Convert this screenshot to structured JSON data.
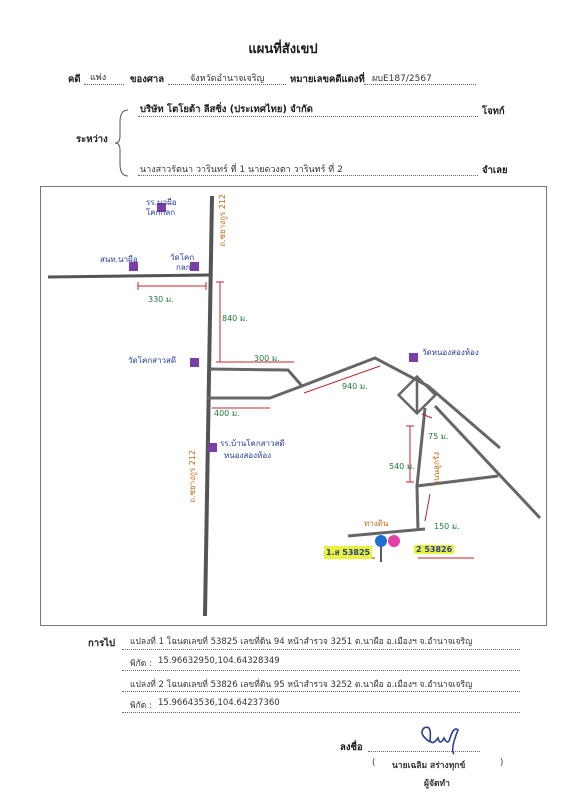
{
  "title": "แผนที่สังเขป",
  "case": {
    "case_label": "คดี",
    "case_type": "แพ่ง",
    "court_label": "ของศาล",
    "court_name": "จังหวัดอำนาจเจริญ",
    "black_no_label": "หมายเลขคดีแดงที่",
    "black_no": "ผบE187/2567"
  },
  "parties": {
    "between_label": "ระหว่าง",
    "plaintiff": "บริษัท โตโยต้า ลีสซิ่ง (ประเทศไทย) จำกัด",
    "plaintiff_role": "โจทก์",
    "defendant": "นางสาวรัตนา วารินทร์ ที่ 1 นายดวงตา วารินทร์ ที่ 2",
    "defendant_role": "จำเลย"
  },
  "map": {
    "labels": {
      "school_top": "รร.นาผือ",
      "school_top_2": "โคกกลก",
      "hospital": "สนท.นาผือ",
      "temple_1": "วัดโคก",
      "temple_1b": "กลก",
      "road_top": "ถ.ชยางกูร 212",
      "road_bottom": "ถ.ชยางกูร 212",
      "dist_330": "330 ม.",
      "dist_840": "840 ม.",
      "temple_2": "วัดโคกสาวสดี",
      "dist_300": "300 ม.",
      "dist_940": "940 ม.",
      "dist_400": "400 ม.",
      "temple_3": "วัดหนองสองห้อง",
      "school_2": "รร.บ้านโคกสาวสดี",
      "school_2b": "หนองสองห้อง",
      "dist_75": "75 ม.",
      "dist_540": "540 ม.",
      "road_side": "ถนนลูกรัง",
      "dist_150": "150 ม.",
      "path_label": "ทางดิน",
      "plot1": "1.ส 53825",
      "plot2": "2 53826"
    }
  },
  "route": {
    "route_label": "การไป",
    "plot1_desc": "แปลงที่ 1  โฉนดเลขที่ 53825 เลขที่ดิน 94 หน้าสำรวจ 3251  ต.นาผือ อ.เมืองฯ จ.อำนาจเจริญ",
    "plot1_coord_label": "พิกัด :",
    "plot1_coord": "15.96632950,104.64328349",
    "plot2_desc": "แปลงที่ 2  โฉนดเลขที่ 53826 เลขที่ดิน 95 หน้าสำรวจ 3252  ต.นาผือ อ.เมืองฯ จ.อำนาจเจริญ",
    "plot2_coord_label": "พิกัด :",
    "plot2_coord": "15.96643536,104.64237360"
  },
  "signature": {
    "sign_label": "ลงชื่อ",
    "name_open": "(",
    "name": "นายเฉลิม  สร่างทุกข์",
    "name_close": ")",
    "role": "ผู้จัดทำ"
  }
}
